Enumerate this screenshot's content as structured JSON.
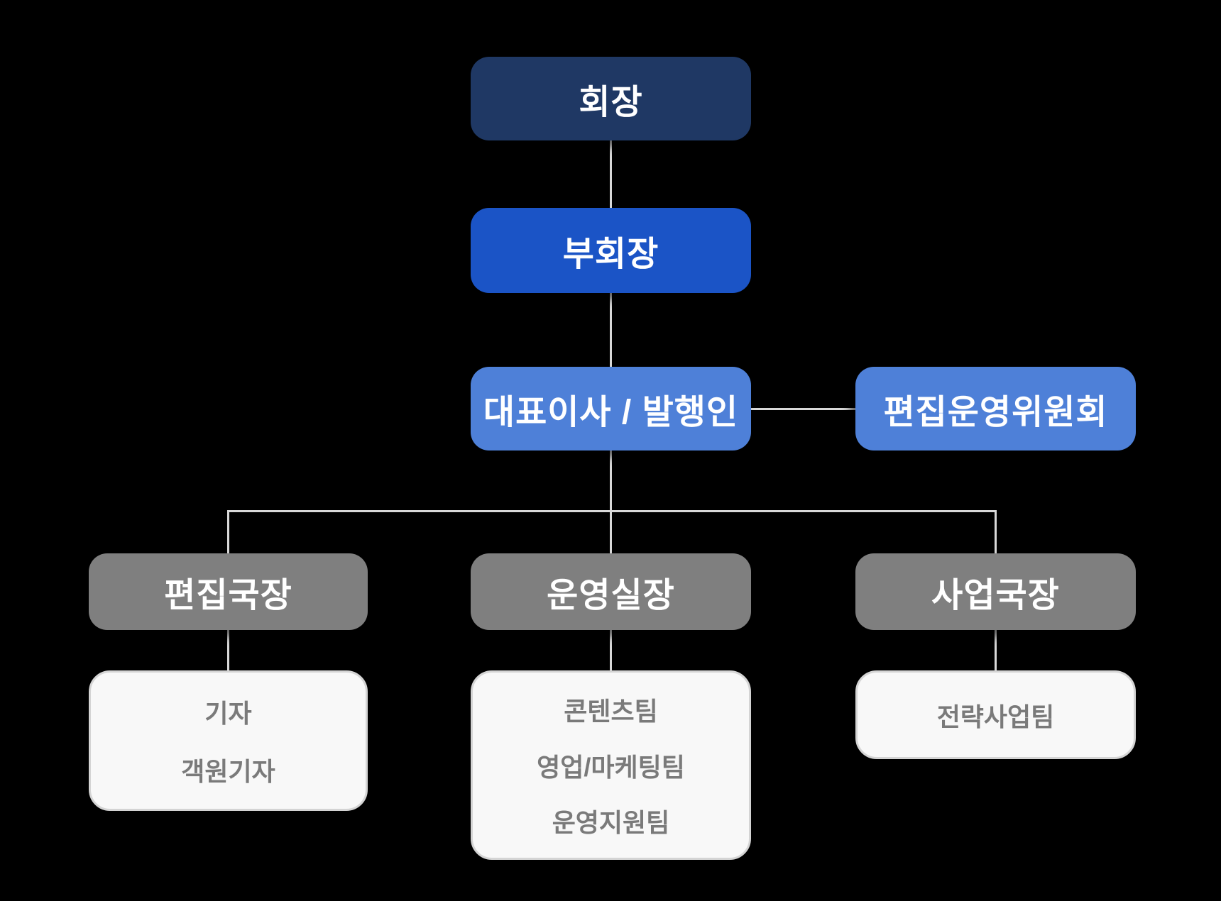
{
  "diagram": {
    "nodes": {
      "chairman": "회장",
      "vice_chairman": "부회장",
      "ceo_publisher": "대표이사 / 발행인",
      "editorial_committee": "편집운영위원회",
      "editorial_director": "편집국장",
      "operations_director": "운영실장",
      "business_director": "사업국장"
    },
    "teams": {
      "editorial": {
        "items": [
          "기자",
          "객원기자"
        ]
      },
      "operations": {
        "items": [
          "콘텐츠팀",
          "영업/마케팅팀",
          "운영지원팀"
        ]
      },
      "business": {
        "items": [
          "전략사업팀"
        ]
      }
    },
    "colors": {
      "background": "#000000",
      "level1_box": "#1F3864",
      "level2_box": "#1B54C6",
      "level3_box": "#4E80D8",
      "level4_box": "#7F7F7F",
      "team_box_fill": "#F8F8F8",
      "team_box_border": "#D4D4D4",
      "team_text": "#7A7A7A",
      "node_text": "#FFFFFF",
      "connector": "#D9D9D9"
    }
  }
}
